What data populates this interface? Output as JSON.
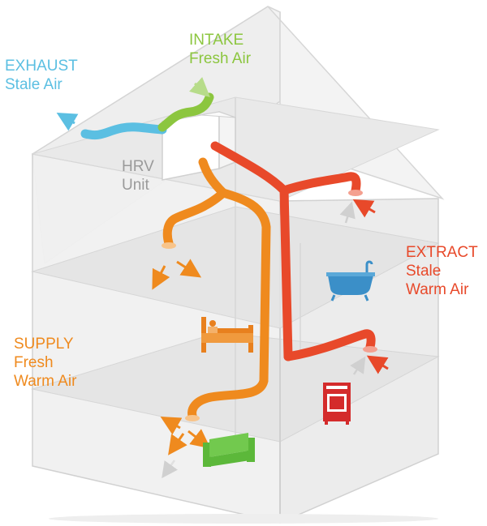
{
  "labels": {
    "exhaust": {
      "line1": "EXHAUST",
      "line2": "Stale Air"
    },
    "intake": {
      "line1": "INTAKE",
      "line2": "Fresh Air"
    },
    "hrv": {
      "line1": "HRV",
      "line2": "Unit"
    },
    "extract": {
      "line1": "EXTRACT",
      "line2": "Stale",
      "line3": "Warm Air"
    },
    "supply": {
      "line1": "SUPPLY",
      "line2": "Fresh",
      "line3": "Warm Air"
    }
  },
  "colors": {
    "exhaust": "#5bbfe2",
    "intake": "#8cc63f",
    "hrv": "#9a9a9a",
    "extract": "#e8492a",
    "supply": "#ef8a1e",
    "bathtub": "#3b8fc8",
    "sofa": "#5cb83a",
    "bed": "#e8801e",
    "stove": "#d42b2b"
  },
  "icons": [
    "bed-icon",
    "bathtub-icon",
    "sofa-icon",
    "stove-icon"
  ]
}
